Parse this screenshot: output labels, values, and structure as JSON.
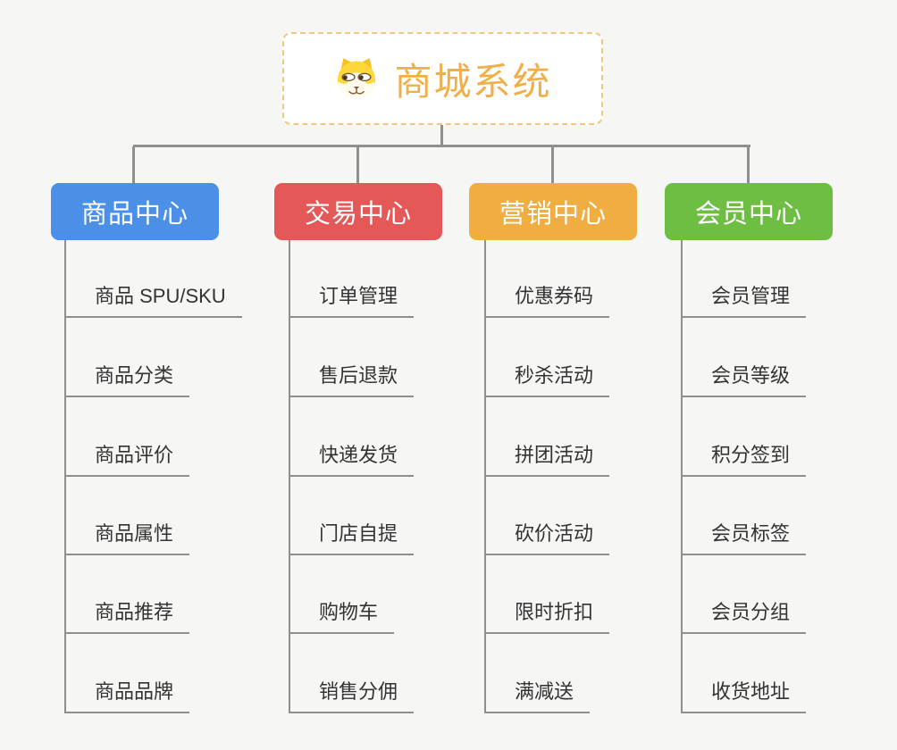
{
  "root": {
    "label": "商城系统",
    "icon": "dog-face-icon",
    "text_color": "#f1ae49",
    "border_color": "#f3c87d"
  },
  "connector_color": "#8f8f8f",
  "branches": [
    {
      "label": "商品中心",
      "color": "#4b90e6",
      "children": [
        "商品 SPU/SKU",
        "商品分类",
        "商品评价",
        "商品属性",
        "商品推荐",
        "商品品牌"
      ]
    },
    {
      "label": "交易中心",
      "color": "#e45858",
      "children": [
        "订单管理",
        "售后退款",
        "快递发货",
        "门店自提",
        "购物车",
        "销售分佣"
      ]
    },
    {
      "label": "营销中心",
      "color": "#efad42",
      "children": [
        "优惠券码",
        "秒杀活动",
        "拼团活动",
        "砍价活动",
        "限时折扣",
        "满减送"
      ]
    },
    {
      "label": "会员中心",
      "color": "#6fbe44",
      "children": [
        "会员管理",
        "会员等级",
        "积分签到",
        "会员标签",
        "会员分组",
        "收货地址"
      ]
    }
  ]
}
